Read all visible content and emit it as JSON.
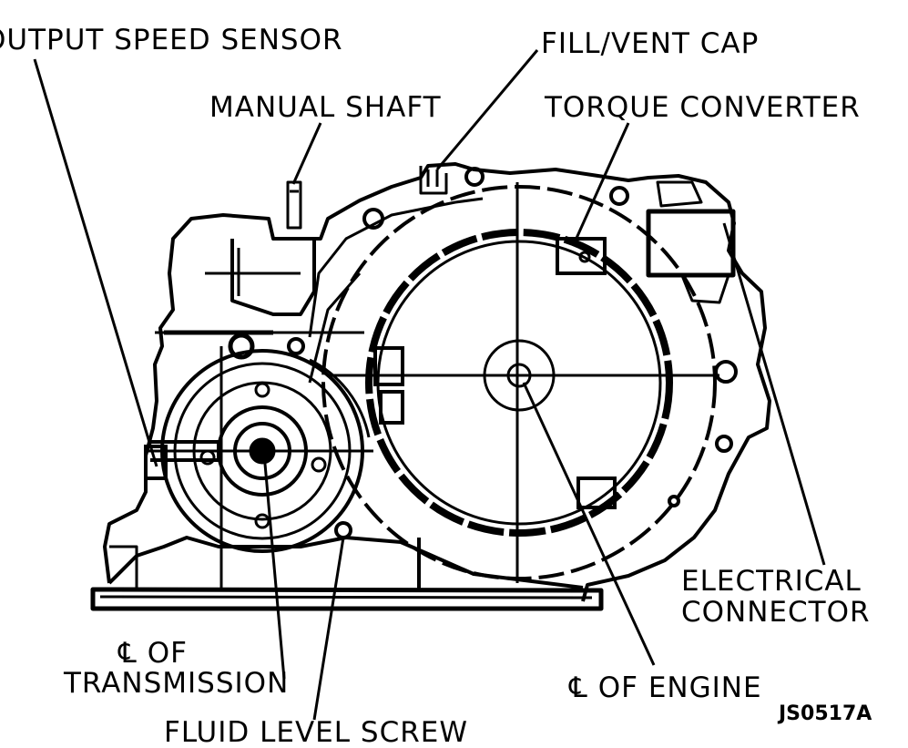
{
  "labels": {
    "output_speed_sensor": "OUTPUT SPEED SENSOR",
    "fill_vent_cap": "FILL/VENT CAP",
    "manual_shaft": "MANUAL SHAFT",
    "torque_converter": "TORQUE CONVERTER",
    "electrical_connector_line1": "ELECTRICAL",
    "electrical_connector_line2": "CONNECTOR",
    "cl_of_transmission_line1": "℄ OF",
    "cl_of_transmission_line2": "TRANSMISSION",
    "cl_of_engine": "℄ OF ENGINE",
    "fluid_level_screw": "FLUID LEVEL SCREW",
    "figure_id": "JS0517A"
  }
}
